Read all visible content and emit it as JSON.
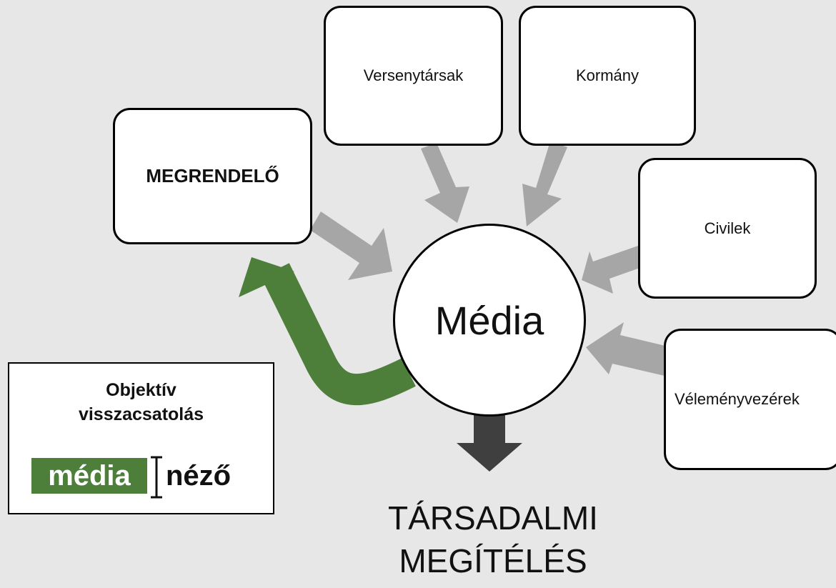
{
  "diagram": {
    "center_label": "Média",
    "sources": [
      {
        "id": "megrendelo",
        "label": "MEGRENDELŐ",
        "emphasis": "bold"
      },
      {
        "id": "versenytarsak",
        "label": "Versenytársak"
      },
      {
        "id": "kormany",
        "label": "Kormány"
      },
      {
        "id": "civilek",
        "label": "Civilek"
      },
      {
        "id": "velemenyvezerek",
        "label": "Véleményvezérek"
      }
    ],
    "feedback": {
      "title_line1": "Objektív",
      "title_line2": "visszacsatolás",
      "logo_left": "média",
      "logo_right": "néző"
    },
    "outcome": {
      "line1": "TÁRSADALMI",
      "line2": "MEGÍTÉLÉS"
    }
  },
  "colors": {
    "background": "#e7e7e7",
    "input_arrow": "#a6a6a6",
    "feedback_arrow": "#4d7e3a",
    "outcome_arrow": "#3f3f3f",
    "logo_green": "#4d7e3a"
  }
}
